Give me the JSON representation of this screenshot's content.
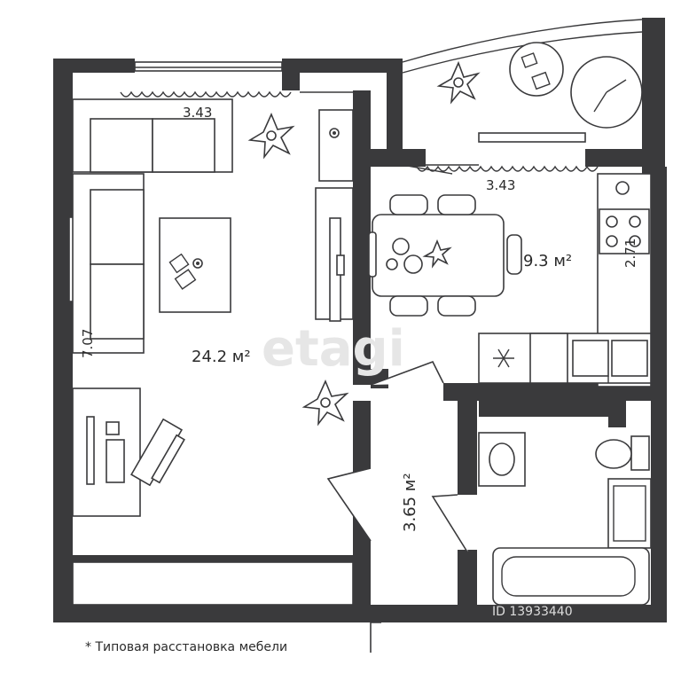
{
  "rooms": {
    "living": {
      "area": "24.2 м²",
      "width_dim": "3.43",
      "depth_dim": "7.07"
    },
    "kitchen": {
      "area": "9.3 м²",
      "width_dim": "3.43",
      "depth_dim": "2.71"
    },
    "hall": {
      "area": "3.65 м²"
    }
  },
  "note": "* Типовая расстановка мебели",
  "watermark": "etagi",
  "listing_id": "ID 13933440",
  "colors": {
    "wall": "#3a3a3c",
    "background": "#ffffff"
  }
}
